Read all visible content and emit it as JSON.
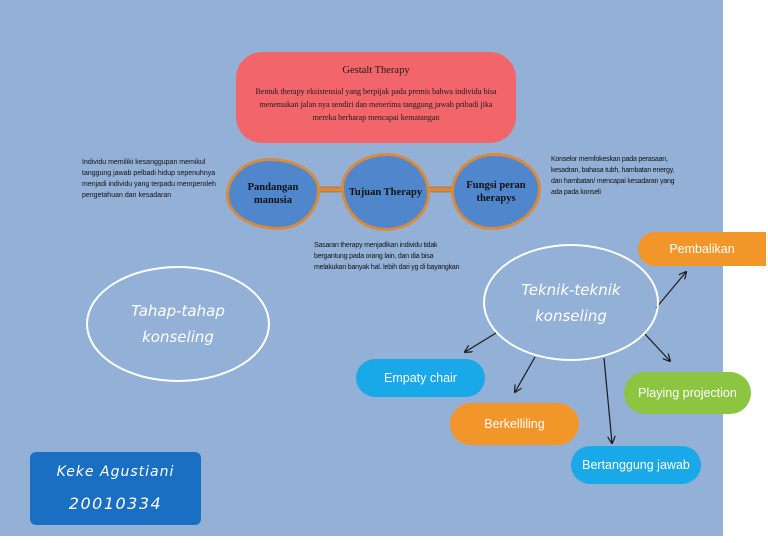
{
  "title_box": {
    "title": "Gestalt Therapy",
    "description": "Bentuk therapy eksistensial yang berpijak pada premis bahwa individu bisa menemukan jalan nya sendiri dan menerima tanggung jawab pribadi jika mereka berharap mencapai kematangan"
  },
  "blobs": {
    "pandangan": "Pandangan manusia",
    "tujuan": "Tujuan Therapy",
    "fungsi": "Fungsi peran therapys"
  },
  "notes": {
    "pandangan": "Individu memiliki kesanggupan memikul tanggung jawab pelbadi hidup sepenuhnya menjadi individu yang terpadu memperoleh pengetahuan dan kesadaran",
    "tujuan": "Sasaran therapy menjadikan individu tidak bergantung pada orang lain, dan dia bisa melakukan banyak hal. lebih dari yg di bayangkan",
    "fungsi": "Konselor memfokeskan pada perasaan, kesadran, bahasa tubh, hambatan energy, dan hambatan/ mencapai kesadaran yang ada pada konseli"
  },
  "ovals": {
    "tahap": "Tahap-tahap konseling",
    "teknik": "Teknik-teknik konseling"
  },
  "techniques": {
    "pembalikan": "Pembalikan",
    "empaty_chair": "Empaty chair",
    "playing_projection": "Playing projection",
    "berkeliling": "Berkelliling",
    "bertanggung_jawab": "Bertanggung jawab"
  },
  "author": {
    "name": "Keke Agustiani",
    "id": "20010334"
  },
  "colors": {
    "background": "#93b1d6",
    "title_fill": "#f2666b",
    "blob_fill": "#4f86cc",
    "blob_border": "#d98a3c",
    "cyan": "#19a8e8",
    "orange": "#f2962a",
    "green": "#8cc540",
    "author_fill": "#1a6fc2"
  }
}
